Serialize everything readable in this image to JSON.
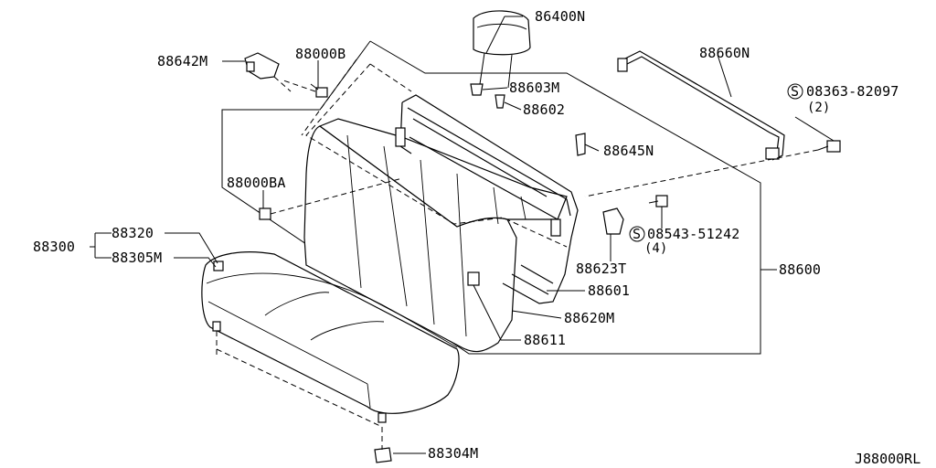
{
  "callouts": {
    "headrest": "86400N",
    "hinge_left": "88642M",
    "bolt_top": "88000B",
    "clip_a": "88603M",
    "clip_b": "88602",
    "trim_bar": "88660N",
    "screw_a": "08363-82097",
    "screw_a_qty": "(2)",
    "clip_c": "88645N",
    "bolt_left": "88000BA",
    "bracket": "88623T",
    "screw_b": "08543-51242",
    "screw_b_qty": "(4)",
    "cushion_assy": "88300",
    "cushion_trim": "88320",
    "cushion_pad": "88305M",
    "back_assy": "88600",
    "back_frame": "88601",
    "back_trim": "88620M",
    "back_clip": "88611",
    "cushion_clip": "88304M"
  },
  "symbols": {
    "screw_marker": "S"
  },
  "diagram_ref": "J88000RL"
}
